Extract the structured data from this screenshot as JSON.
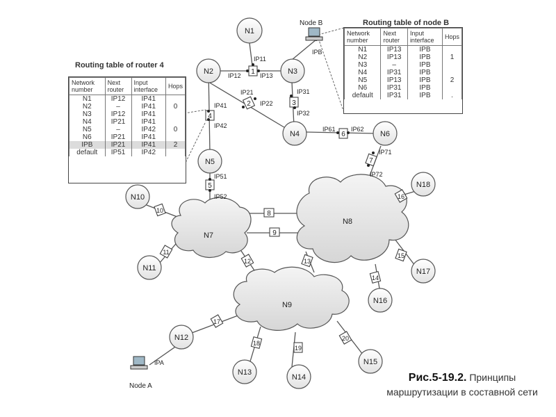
{
  "router_labels": {
    "r1": "1",
    "r2": "2",
    "r3": "3",
    "r4": "4",
    "r5": "5",
    "r6": "6",
    "r7": "7",
    "r8": "8",
    "r9": "9",
    "r10": "10",
    "r11": "11",
    "r12": "12",
    "r13": "13",
    "r14": "14",
    "r15": "15",
    "r16": "16",
    "r17": "17",
    "r18": "18",
    "r19": "19",
    "r20": "20"
  },
  "networks": {
    "n1": "N1",
    "n2": "N2",
    "n3": "N3",
    "n4": "N4",
    "n5": "N5",
    "n6": "N6",
    "n7": "N7",
    "n8": "N8",
    "n9": "N9",
    "n10": "N10",
    "n11": "N11",
    "n12": "N12",
    "n13": "N13",
    "n14": "N14",
    "n15": "N15",
    "n16": "N16",
    "n17": "N17",
    "n18": "N18"
  },
  "interfaces": {
    "ip11": "IP11",
    "ip12": "IP12",
    "ip13": "IP13",
    "ip21": "IP21",
    "ip22": "IP22",
    "ip31": "IP31",
    "ip32": "IP32",
    "ip41": "IP41",
    "ip42": "IP42",
    "ip51": "IP51",
    "ip52": "IP52",
    "ip61": "IP61",
    "ip62": "IP62",
    "ip71": "IP71",
    "ip72": "IP72",
    "ipb": "IPB",
    "ipa": "IPA"
  },
  "nodes": {
    "node_b": "Node B",
    "node_a": "Node A"
  },
  "table_b": {
    "title": "Routing table of node B",
    "headers": [
      "Network number",
      "Next router",
      "Input interface",
      "Hops"
    ],
    "rows": [
      [
        "N1",
        "IP13",
        "IPB",
        ""
      ],
      [
        "N2",
        "IP13",
        "IPB",
        "1"
      ],
      [
        "N3",
        "–",
        "IPB",
        ""
      ],
      [
        "N4",
        "IP31",
        "IPB",
        ""
      ],
      [
        "N5",
        "IP13",
        "IPB",
        "2"
      ],
      [
        "N6",
        "IP31",
        "IPB",
        ""
      ],
      [
        "default",
        "IP31",
        "IPB",
        "."
      ]
    ]
  },
  "table_4": {
    "title": "Routing table of router 4",
    "headers": [
      "Network number",
      "Next router",
      "Input interface",
      "Hops"
    ],
    "rows": [
      [
        "N1",
        "IP12",
        "IP41",
        ""
      ],
      [
        "N2",
        "–",
        "IP41",
        "0"
      ],
      [
        "N3",
        "IP12",
        "IP41",
        ""
      ],
      [
        "N4",
        "IP21",
        "IP41",
        ""
      ],
      [
        "N5",
        "–",
        "IP42",
        "0"
      ],
      [
        "N6",
        "IP21",
        "IP41",
        ""
      ],
      [
        "IPB",
        "IP21",
        "IP41",
        "2"
      ],
      [
        "default",
        "IP51",
        "IP42",
        ""
      ]
    ]
  },
  "caption": {
    "fig": "Рис.5-19.2.",
    "text": "Принципы маршрутизации в составной сети"
  }
}
